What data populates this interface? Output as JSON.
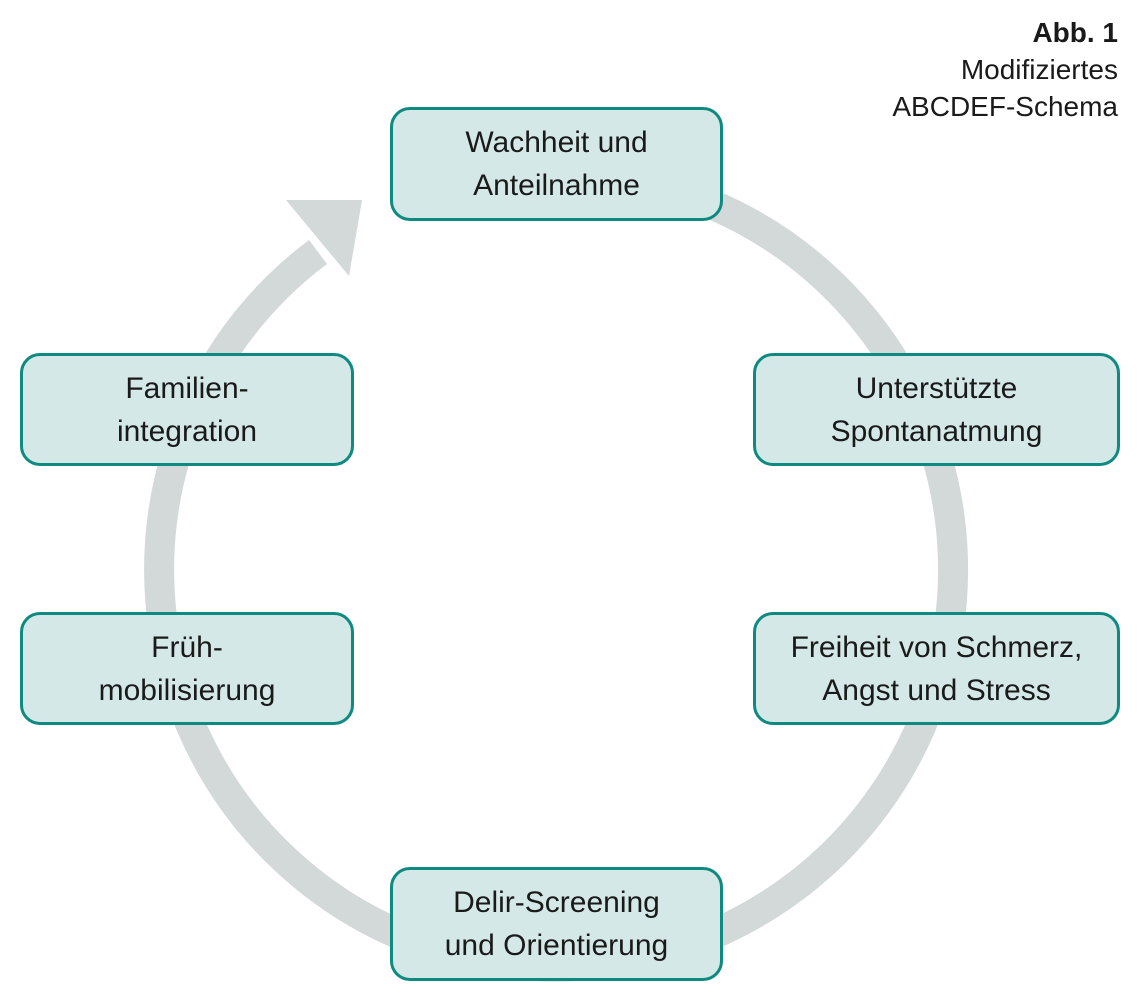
{
  "caption": {
    "label": "Abb. 1",
    "title": "Modifiziertes\nABCDEF-Schema"
  },
  "cycle": {
    "nodes": [
      "Wachheit und\nAnteilnahme",
      "Unterstützte\nSpontanatmung",
      "Freiheit von Schmerz,\nAngst und Stress",
      "Delir-Screening\nund Orientierung",
      "Früh-\nmobilisierung",
      "Familien-\nintegration"
    ]
  },
  "colors": {
    "node_fill": "#d4e9e7",
    "node_border": "#0f8a80",
    "ring": "#d3d8d8"
  }
}
